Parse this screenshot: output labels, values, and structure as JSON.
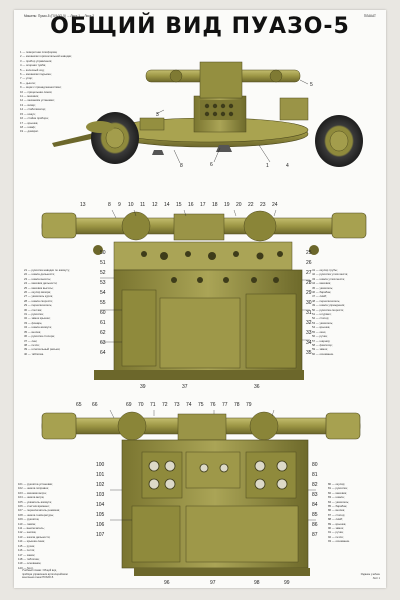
{
  "poster": {
    "header_left": "Мишень: Пуазо-5 (ПУАЗО-5) ... Лист 1 ... Лист 2",
    "title": "ОБЩИЙ ВИД ПУАЗО-5",
    "header_right": "ПЛАКАТ",
    "top_legend": [
      "1 — поворотная платформа;",
      "2 — механизм горизонтальной наводки;",
      "3 — прибор управления;",
      "4 — опорная тумба;",
      "5 — колесный ход;",
      "6 — механизм подъема;",
      "7 — упор;",
      "8 — дышло;",
      "9 — ящик с принадлежностями;",
      "10 — прицельная линия;",
      "11 — маховик;",
      "12 — механизм установки;",
      "13 — визир;",
      "14 — стабилизатор;",
      "15 — кожух;",
      "16 — стойка прибора;",
      "17 — крышка;",
      "18 — шкаф;",
      "19 — домкрат."
    ],
    "mid_legend_left": [
      "21 — рукоятка наводки по азимуту;",
      "22 — шкала дальности;",
      "23 — шкала высоты;",
      "24 — маховик дальности;",
      "25 — маховик высоты;",
      "26 — окуляр визира;",
      "27 — указатель курса;",
      "28 — шкала скорости;",
      "29 — переключатель;",
      "30 — счетчик;",
      "31 — рукоятка;",
      "32 — замок крышки;",
      "33 — фонарь;",
      "34 — шкала азимута;",
      "35 — кнопка;",
      "36 — рукоятка стопора;",
      "37 — люк;",
      "38 — петля;",
      "39 — штепсельный разъем;",
      "40 — табличка."
    ],
    "mid_legend_right": [
      "41 — окуляр трубы;",
      "42 — рукоятка углов места;",
      "43 — шкала углов места;",
      "44 — маховик;",
      "45 — указатель;",
      "46 — барабан;",
      "47 — лимб;",
      "48 — переключатель;",
      "49 — шкала упреждения;",
      "50 — рукоятка скорости;",
      "51 — штурвал;",
      "52 — стопор;",
      "53 — указатель;",
      "54 — крышка;",
      "55 — окно;",
      "56 — ручка;",
      "57 — шарнир;",
      "58 — фиксатор;",
      "59 — замок;",
      "60 — основание."
    ],
    "bot_legend_left": [
      "101 — рукоятка установки;",
      "102 — шкала поправок;",
      "103 — маховик ветра;",
      "104 — шкала ветра;",
      "105 — указатель азимута;",
      "106 — счетчик времени;",
      "107 — переключатель режимов;",
      "108 — шкала температуры;",
      "109 — рукоятка;",
      "110 — лампа;",
      "111 — выключатель;",
      "112 — кнопка;",
      "113 — шкала дальности;",
      "114 — крышка люка;",
      "115 — ручка;",
      "116 — петля;",
      "117 — замок;",
      "118 — табличка;",
      "119 — основание;",
      "120 — болт."
    ],
    "bot_legend_right": [
      "80 — окуляр;",
      "81 — рукоятка;",
      "82 — маховик;",
      "83 — шкала;",
      "84 — указатель;",
      "85 — барабан;",
      "86 — кнопка;",
      "87 — стопор;",
      "88 — лимб;",
      "89 — крышка;",
      "90 — замок;",
      "91 — ручка;",
      "92 — петля;",
      "93 — основание."
    ],
    "footer_left": [
      "Учебный плакат. Общий вид",
      "прибора управления артиллерийским",
      "зенитным огнем ПУАЗО-5."
    ],
    "footer_right": [
      "Издание учебное",
      "Лист 1"
    ],
    "callouts_top": [
      "3",
      "5",
      "6",
      "8",
      "1",
      "4"
    ],
    "callouts_mid_top": [
      "13",
      "8",
      "9",
      "10",
      "11",
      "12",
      "14",
      "15",
      "16",
      "17",
      "18",
      "19",
      "20",
      "22",
      "23",
      "24"
    ],
    "callouts_mid_left": [
      "50",
      "51",
      "52",
      "53",
      "54",
      "55",
      "60",
      "61",
      "62",
      "63",
      "64"
    ],
    "callouts_mid_right": [
      "25",
      "26",
      "27",
      "28",
      "29",
      "30",
      "31",
      "32",
      "33",
      "34",
      "35"
    ],
    "callouts_mid_bottom": [
      "39",
      "37",
      "36"
    ],
    "callouts_bot_top": [
      "65",
      "66",
      "69",
      "70",
      "71",
      "72",
      "73",
      "74",
      "75",
      "76",
      "77",
      "78",
      "79"
    ],
    "callouts_bot_left": [
      "100",
      "101",
      "102",
      "103",
      "104",
      "105",
      "106",
      "107"
    ],
    "callouts_bot_right": [
      "80",
      "81",
      "82",
      "83",
      "84",
      "85",
      "86",
      "87"
    ],
    "callouts_bot_bottom": [
      "96",
      "97",
      "98",
      "99"
    ],
    "colors": {
      "olive": "#8f8a3c",
      "olive_light": "#b6b062",
      "olive_dark": "#5e5a25",
      "tire": "#2d2d2d"
    }
  }
}
